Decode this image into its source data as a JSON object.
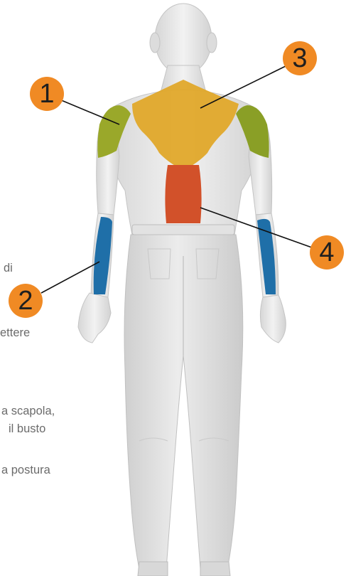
{
  "background_text": {
    "line1": "di",
    "line2": "ettere",
    "line3": "a scapola,",
    "line4": "il busto",
    "line5": "a postura"
  },
  "markers": [
    {
      "number": "1",
      "region": "shoulder (deltoid)",
      "color": "#9aa82a"
    },
    {
      "number": "2",
      "region": "forearm",
      "color": "#1f6fa8"
    },
    {
      "number": "3",
      "region": "upper back / trapezius",
      "color": "#e0a82a"
    },
    {
      "number": "4",
      "region": "lower back (lumbar)",
      "color": "#d2512a"
    }
  ],
  "colors": {
    "badge": "#f08a24",
    "body": "#e8e8e8",
    "outline": "#bdbdbd",
    "text": "#6b6b6b"
  }
}
